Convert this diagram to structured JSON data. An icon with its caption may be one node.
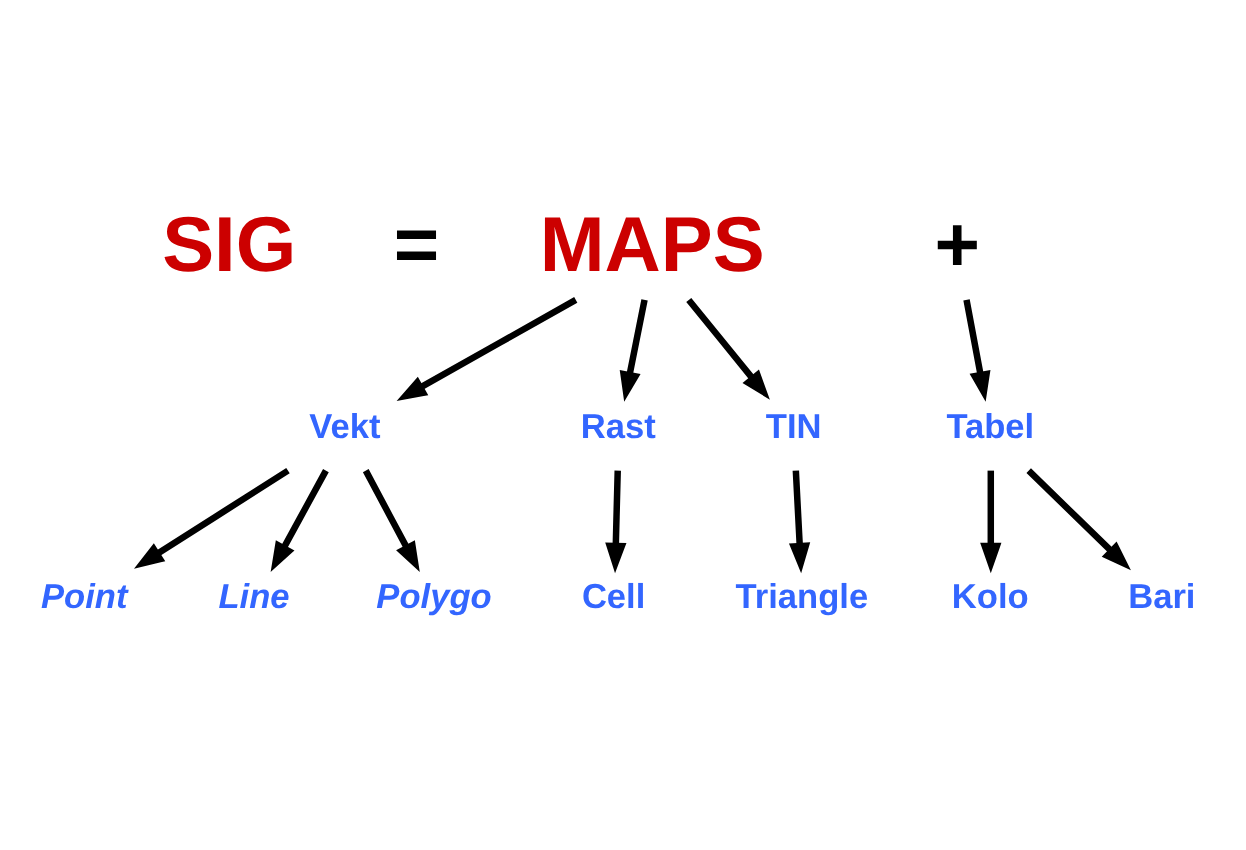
{
  "diagram": {
    "nodes": [
      {
        "text": [
          "MAPS"
        ]
      },
      {
        "text": [
          "+"
        ]
      },
      {
        "text": [
          "Vekt"
        ]
      },
      {
        "text": [
          "Rast"
        ]
      },
      {
        "text": [
          "TIN"
        ]
      },
      {
        "text": [
          "Tabel"
        ]
      },
      {
        "text": [
          "Point"
        ]
      },
      {
        "text": [
          "Line"
        ]
      },
      {
        "text": [
          "Polygo"
        ]
      },
      {
        "text": [
          "Cell"
        ]
      },
      {
        "text": [
          "Triangle"
        ]
      },
      {
        "text": [
          "Kolo"
        ]
      },
      {
        "text": [
          "Bari"
        ]
      }
    ],
    "edges": [
      {
        "from": 0,
        "to": 2,
        "arrow": "to"
      },
      {
        "from": 0,
        "to": 3,
        "arrow": "to"
      },
      {
        "from": 0,
        "to": 4,
        "arrow": "to"
      },
      {
        "from": 1,
        "to": 5,
        "arrow": "to"
      },
      {
        "from": 2,
        "to": 6,
        "arrow": "to"
      },
      {
        "from": 2,
        "to": 7,
        "arrow": "to"
      },
      {
        "from": 2,
        "to": 8,
        "arrow": "to"
      },
      {
        "from": 3,
        "to": 9,
        "arrow": "to"
      },
      {
        "from": 4,
        "to": 10,
        "arrow": "to"
      },
      {
        "from": 5,
        "to": 11,
        "arrow": "to"
      },
      {
        "from": 5,
        "to": 12,
        "arrow": "to"
      }
    ],
    "labels": [
      "SIG",
      "="
    ]
  }
}
